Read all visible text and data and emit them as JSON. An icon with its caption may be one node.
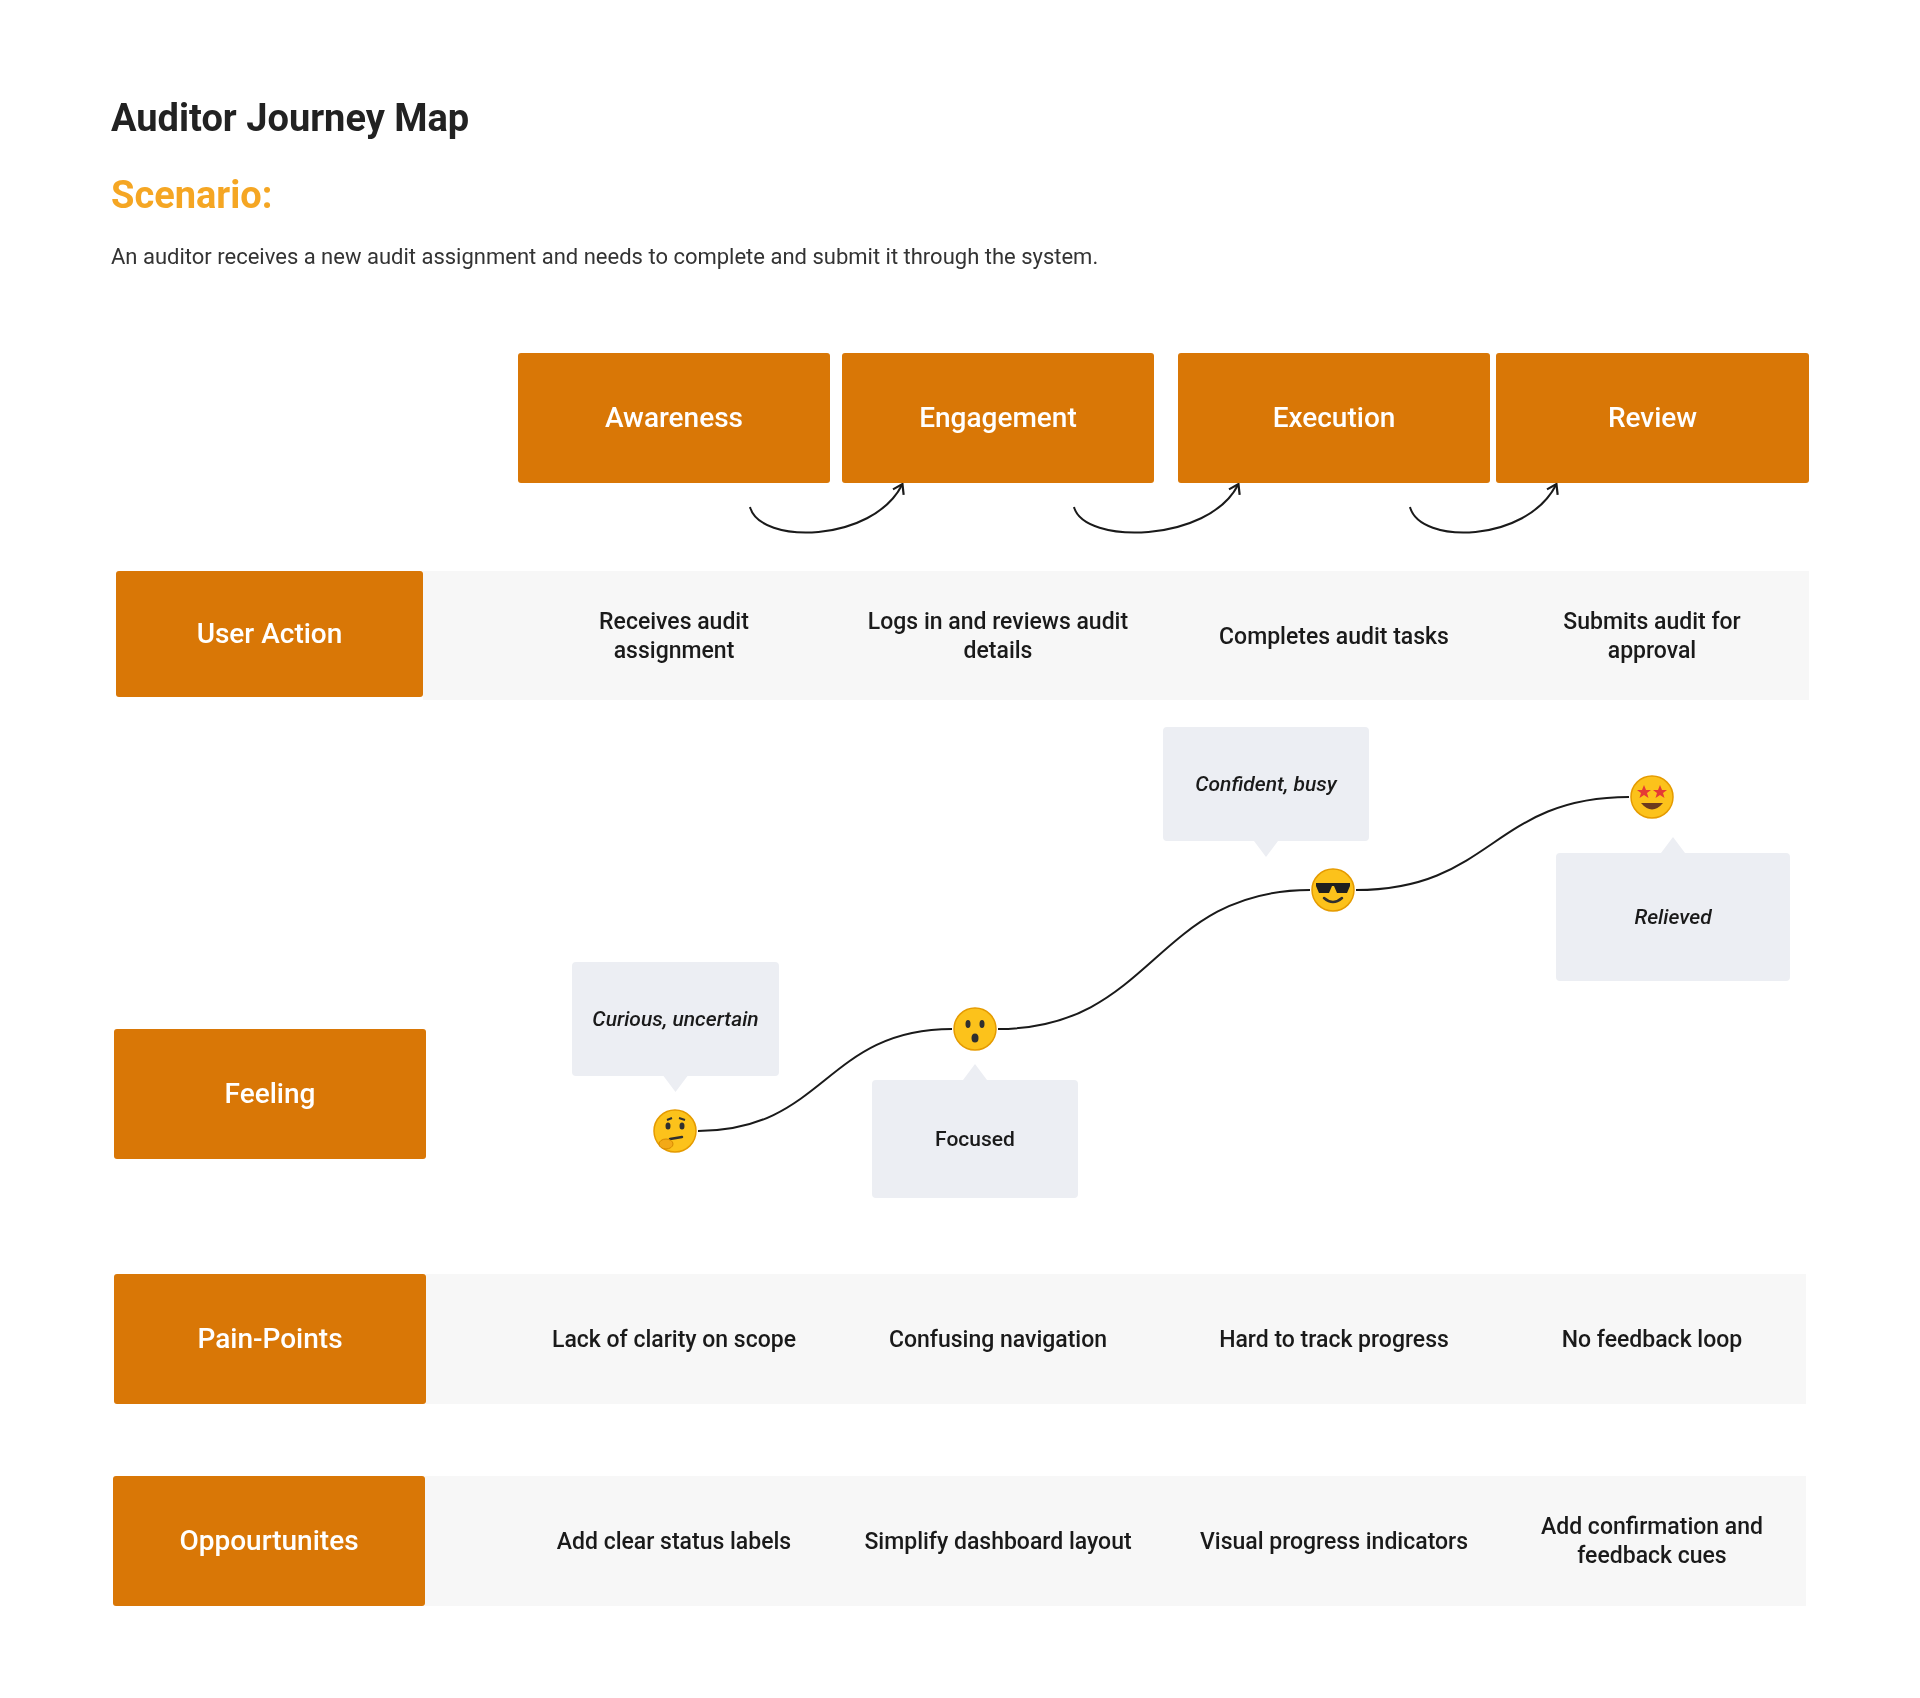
{
  "diagram": {
    "title": "Auditor Journey Map",
    "nodes": [
      {
        "text": [
          "Awareness"
        ]
      },
      {
        "text": [
          "Engagement"
        ]
      },
      {
        "text": [
          "Execution"
        ]
      },
      {
        "text": [
          "Review"
        ]
      },
      {
        "text": [
          "User Action"
        ]
      },
      {
        "text": [
          "Receives audit assignment",
          "Logs in and reviews audit details",
          "Completes audit tasks",
          "Submits audit for approval"
        ]
      },
      {
        "text": [
          "Feeling"
        ]
      },
      {
        "text": [
          "Curious, uncertain"
        ]
      },
      {
        "text": [
          "Focused"
        ]
      },
      {
        "text": [
          "Confident, busy"
        ]
      },
      {
        "text": [
          "Relieved"
        ]
      },
      {
        "text": [],
        "shape": "picture"
      },
      {
        "text": [],
        "shape": "picture"
      },
      {
        "text": [],
        "shape": "picture"
      },
      {
        "text": [],
        "shape": "picture"
      },
      {
        "text": [
          "Pain-Points"
        ]
      },
      {
        "text": [
          "Lack of clarity on scope",
          "Confusing navigation",
          "Hard to track progress",
          "No feedback loop"
        ]
      },
      {
        "text": [
          "Oppourtunites"
        ]
      },
      {
        "text": [
          "Add clear status labels",
          "Simplify dashboard layout",
          "Visual progress indicators",
          "Add confirmation and feedback cues"
        ]
      }
    ],
    "edges": [
      {
        "from": 0,
        "to": 1,
        "arrow": "to"
      },
      {
        "from": 1,
        "to": 2,
        "arrow": "to"
      },
      {
        "from": 2,
        "to": 3,
        "arrow": "to"
      },
      {
        "from": 11,
        "to": 12,
        "arrow": "none"
      },
      {
        "from": 12,
        "to": 13,
        "arrow": "none"
      },
      {
        "from": 13,
        "to": 14,
        "arrow": "none"
      }
    ],
    "labels": [
      "Scenario:",
      "An auditor receives a new audit assignment and needs to complete and submit it through the system."
    ]
  }
}
